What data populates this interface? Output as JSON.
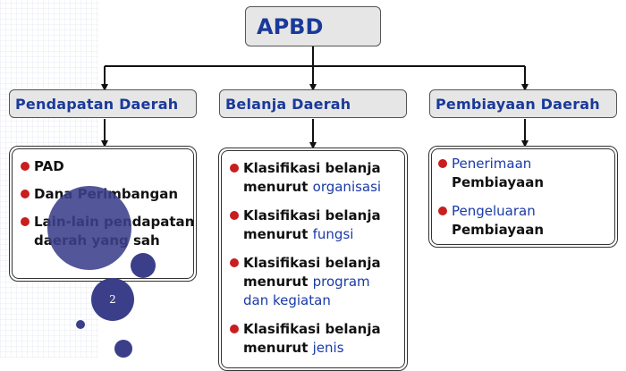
{
  "root": {
    "label": "APBD"
  },
  "categories": [
    {
      "label": "Pendapatan Daerah"
    },
    {
      "label": "Belanja Daerah"
    },
    {
      "label": "Pembiayaan Daerah"
    }
  ],
  "pendapatan_items": [
    {
      "text": "PAD"
    },
    {
      "text": "Dana Perimbangan"
    },
    {
      "text": "Lain-lain pendapatan",
      "line2": "daerah yang sah"
    }
  ],
  "belanja_items": [
    {
      "line1": "Klasifikasi belanja",
      "line2_prefix": "menurut ",
      "line2_highlight": "organisasi"
    },
    {
      "line1": "Klasifikasi belanja",
      "line2_prefix": "menurut ",
      "line2_highlight": "fungsi"
    },
    {
      "line1": "Klasifikasi belanja",
      "line2_prefix": "menurut ",
      "line2_highlight": "program",
      "line3_highlight": "dan kegiatan"
    },
    {
      "line1": "Klasifikasi belanja",
      "line2_prefix": "menurut ",
      "line2_highlight": "jenis"
    }
  ],
  "pembiayaan_items": [
    {
      "highlight": "Penerimaan",
      "line2": "Pembiayaan"
    },
    {
      "highlight": "Pengeluaran",
      "line2": "Pembiayaan"
    }
  ],
  "page_number": "2",
  "colors": {
    "title_blue": "#1a3a9a",
    "bullet_red": "#c81e1e",
    "decor_circle": "#3b3f8a",
    "box_fill": "#e6e6e6"
  }
}
